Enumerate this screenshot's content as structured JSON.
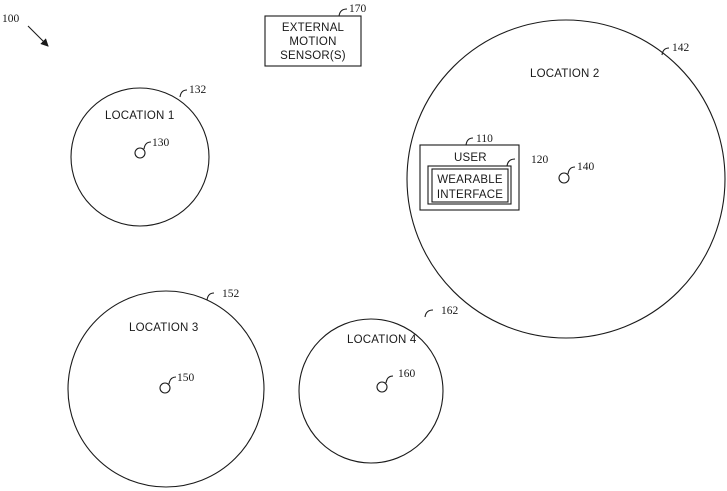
{
  "figure": {
    "ref": "100"
  },
  "sensor": {
    "ref": "170",
    "line1": "EXTERNAL",
    "line2": "MOTION",
    "line3": "SENSOR(S)"
  },
  "locations": {
    "loc1": {
      "label": "LOCATION 1",
      "ref": "132",
      "point_ref": "130"
    },
    "loc2": {
      "label": "LOCATION 2",
      "ref": "142",
      "point_ref": "140"
    },
    "loc3": {
      "label": "LOCATION 3",
      "ref": "152",
      "point_ref": "150"
    },
    "loc4": {
      "label": "LOCATION 4",
      "ref": "162",
      "point_ref": "160"
    }
  },
  "user": {
    "ref": "110",
    "label": "USER",
    "device": {
      "ref": "120",
      "line1": "WEARABLE",
      "line2": "INTERFACE"
    }
  }
}
